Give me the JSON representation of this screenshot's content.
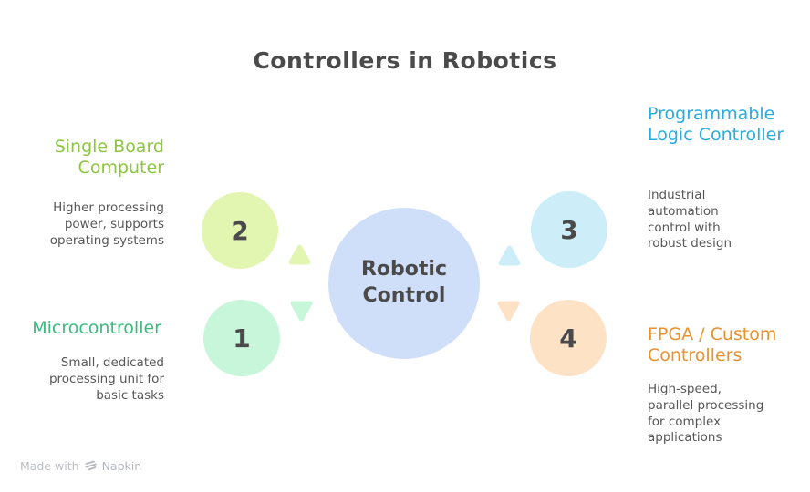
{
  "title": "Controllers in Robotics",
  "center": {
    "label": "Robotic Control",
    "color": "#cfdef9"
  },
  "nodes": [
    {
      "number": "1",
      "heading": "Microcontroller",
      "description": "Small, dedicated processing unit for basic tasks",
      "circle_color": "#c7f6db",
      "heading_color": "#3bbc7e"
    },
    {
      "number": "2",
      "heading": "Single Board Computer",
      "description": "Higher processing power, supports operating systems",
      "circle_color": "#e3f6b1",
      "heading_color": "#8cc63f"
    },
    {
      "number": "3",
      "heading": "Programmable Logic Controller",
      "description": "Industrial automation control with robust design",
      "circle_color": "#cdeef9",
      "heading_color": "#2aabe2"
    },
    {
      "number": "4",
      "heading": "FPGA / Custom Controllers",
      "description": "High-speed, parallel processing for complex applications",
      "circle_color": "#fde2c6",
      "heading_color": "#e8912e"
    }
  ],
  "connectors": [
    {
      "direction": "up",
      "color": "#e3f6b1"
    },
    {
      "direction": "down",
      "color": "#c7f6db"
    },
    {
      "direction": "up",
      "color": "#cdeef9"
    },
    {
      "direction": "down",
      "color": "#fde2c6"
    }
  ],
  "footer": {
    "made_with": "Made with",
    "brand": "Napkin"
  }
}
